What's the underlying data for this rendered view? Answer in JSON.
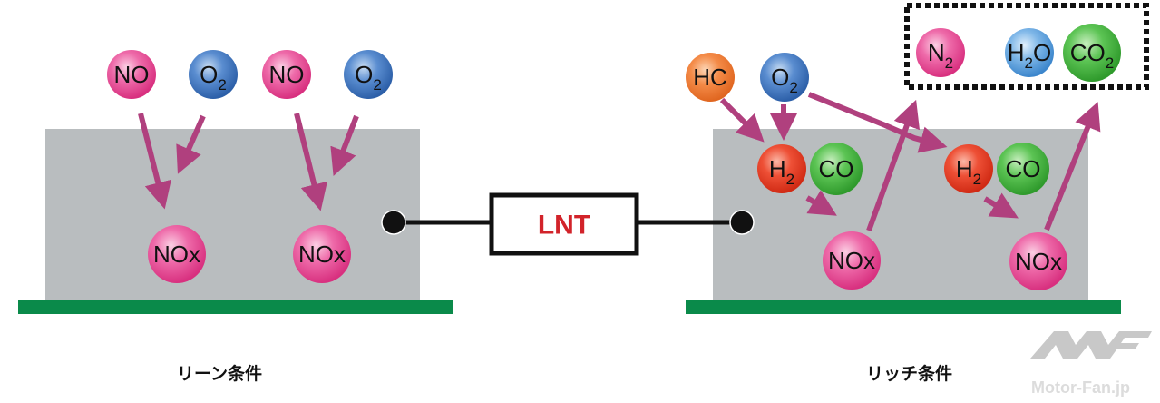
{
  "diagram": {
    "title_center": "LNT",
    "colors": {
      "substrate": "#b9bdbf",
      "base": "#0a8a4a",
      "arrow": "#b0407e",
      "pink": "#e8509a",
      "blue": "#3f77c2",
      "orange": "#f07a30",
      "red": "#e8402a",
      "green": "#4cb848",
      "light_blue": "#5aa0dc",
      "lnt_text": "#d2232a"
    },
    "lean": {
      "caption": "リーン条件",
      "inputs": [
        {
          "label": "NO",
          "sub": "",
          "color": "pink"
        },
        {
          "label": "O",
          "sub": "2",
          "color": "blue"
        },
        {
          "label": "NO",
          "sub": "",
          "color": "pink"
        },
        {
          "label": "O",
          "sub": "2",
          "color": "blue"
        }
      ],
      "stored": [
        {
          "label": "NOx",
          "sub": "",
          "color": "pink"
        },
        {
          "label": "NOx",
          "sub": "",
          "color": "pink"
        }
      ]
    },
    "rich": {
      "caption": "リッチ条件",
      "inputs": [
        {
          "label": "HC",
          "sub": "",
          "color": "orange"
        },
        {
          "label": "O",
          "sub": "2",
          "color": "blue"
        }
      ],
      "reductants": [
        {
          "label": "H",
          "sub": "2",
          "color": "red"
        },
        {
          "label": "CO",
          "sub": "",
          "color": "green"
        },
        {
          "label": "H",
          "sub": "2",
          "color": "red"
        },
        {
          "label": "CO",
          "sub": "",
          "color": "green"
        }
      ],
      "stored": [
        {
          "label": "NOx",
          "sub": "",
          "color": "pink"
        },
        {
          "label": "NOx",
          "sub": "",
          "color": "pink"
        }
      ],
      "products": [
        {
          "label": "N",
          "sub": "2",
          "tail": "",
          "color": "pink"
        },
        {
          "label": "H",
          "sub": "2",
          "tail": "O",
          "color": "light_blue"
        },
        {
          "label": "CO",
          "sub": "2",
          "tail": "",
          "color": "green"
        }
      ]
    },
    "watermark": {
      "text": "Motor-Fan.jp"
    }
  }
}
